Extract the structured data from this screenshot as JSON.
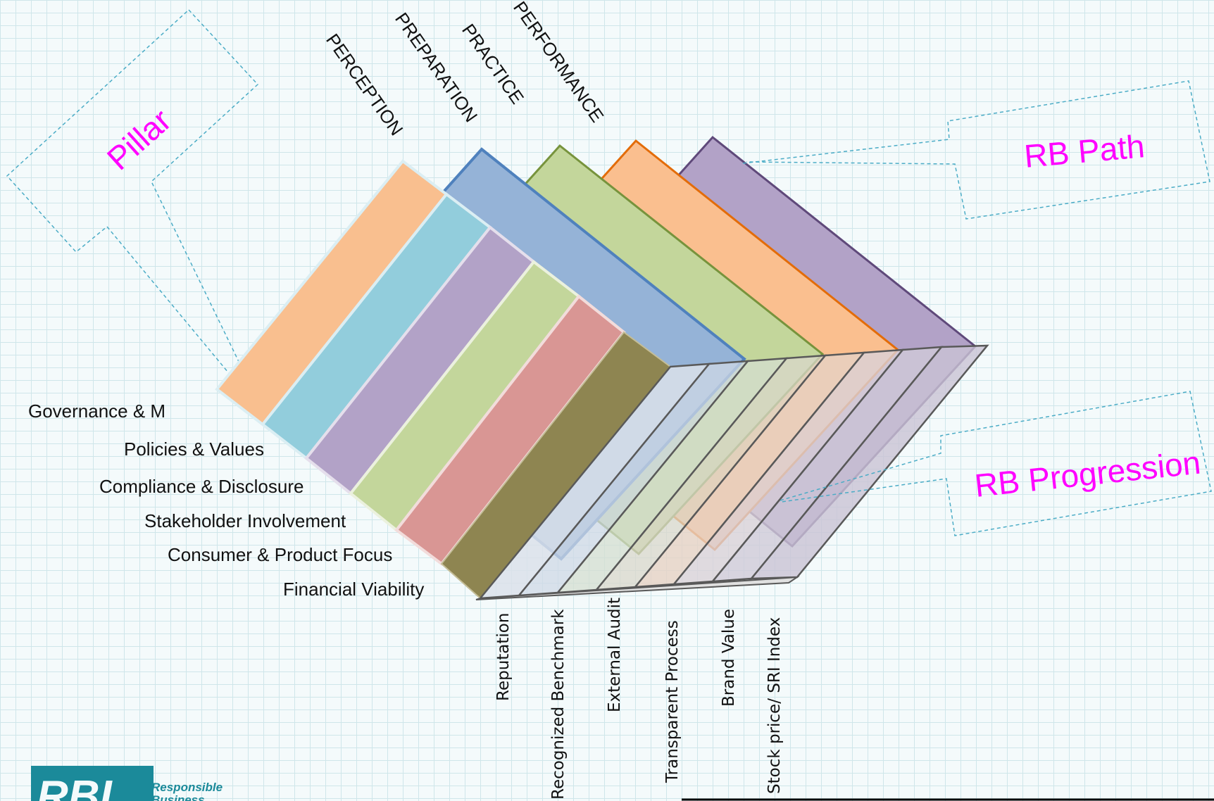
{
  "callouts": {
    "pillar": "Pillar",
    "rb_path": "RB Path",
    "rb_progression": "RB Progression"
  },
  "rb_path_columns": [
    {
      "label": "PERCEPTION",
      "color": "#f9bf8f"
    },
    {
      "label": "PREPARATION",
      "color": "#95b3d7"
    },
    {
      "label": "PRACTICE",
      "color": "#c3d69b"
    },
    {
      "label": "PERFORMANCE",
      "color": "#fabf8f"
    },
    {
      "label": "",
      "color": "#b2a2c7"
    }
  ],
  "pillars": [
    {
      "label": "Governance & M",
      "color": "#f9bf8f"
    },
    {
      "label": "Policies & Values",
      "color": "#92cddc"
    },
    {
      "label": "Compliance & Disclosure",
      "color": "#b2a2c7"
    },
    {
      "label": "Stakeholder Involvement",
      "color": "#c3d69b"
    },
    {
      "label": "Consumer & Product Focus",
      "color": "#d99694"
    },
    {
      "label": "Financial Viability",
      "color": "#8e8551"
    }
  ],
  "progression": [
    "Reputation",
    "Recognized Benchmark",
    "External Audit",
    "Transparent Process",
    "Brand Value",
    "Stock price/ SRI Index"
  ],
  "logo": {
    "mark": "RBI",
    "line1": "Responsible",
    "line2": "Business"
  },
  "colors": {
    "callout_text": "#ff00ff",
    "callout_border": "#4bacc6",
    "logo": "#1b8a9a"
  }
}
